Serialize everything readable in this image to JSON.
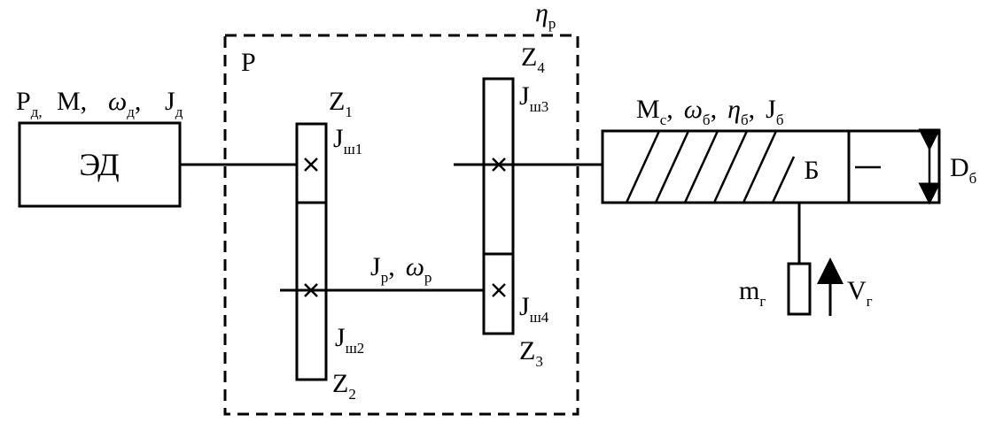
{
  "motor": {
    "name": "ЭД",
    "params": {
      "P": "P",
      "P_sub": "д,",
      "M": "M,",
      "omega": "ω",
      "omega_sub": "д",
      "comma": ",",
      "J": "J",
      "J_sub": "д"
    }
  },
  "reducer": {
    "label": "Р",
    "eta": "η",
    "eta_sub": "р",
    "gears": {
      "z1": {
        "main": "Z",
        "sub": "1"
      },
      "z2": {
        "main": "Z",
        "sub": "2"
      },
      "z3": {
        "main": "Z",
        "sub": "3"
      },
      "z4": {
        "main": "Z",
        "sub": "4"
      }
    },
    "shafts": {
      "jsh1": {
        "main": "J",
        "sub": "ш1"
      },
      "jsh2": {
        "main": "J",
        "sub": "ш2"
      },
      "jsh3": {
        "main": "J",
        "sub": "ш3"
      },
      "jsh4": {
        "main": "J",
        "sub": "ш4"
      }
    },
    "intermediate": {
      "J": "J",
      "J_sub": "р",
      "comma": ",",
      "omega": "ω",
      "omega_sub": "р"
    }
  },
  "drum": {
    "name": "Б",
    "params": {
      "M": "M",
      "M_sub": "с",
      "comma1": ",",
      "omega": "ω",
      "omega_sub": "б",
      "comma2": ",",
      "eta": "η",
      "eta_sub": "б",
      "comma3": ",",
      "J": "J",
      "J_sub": "б"
    },
    "diameter": {
      "main": "D",
      "sub": "б"
    }
  },
  "load": {
    "mass": {
      "main": "m",
      "sub": "г"
    },
    "velocity": {
      "main": "V",
      "sub": "г"
    }
  }
}
